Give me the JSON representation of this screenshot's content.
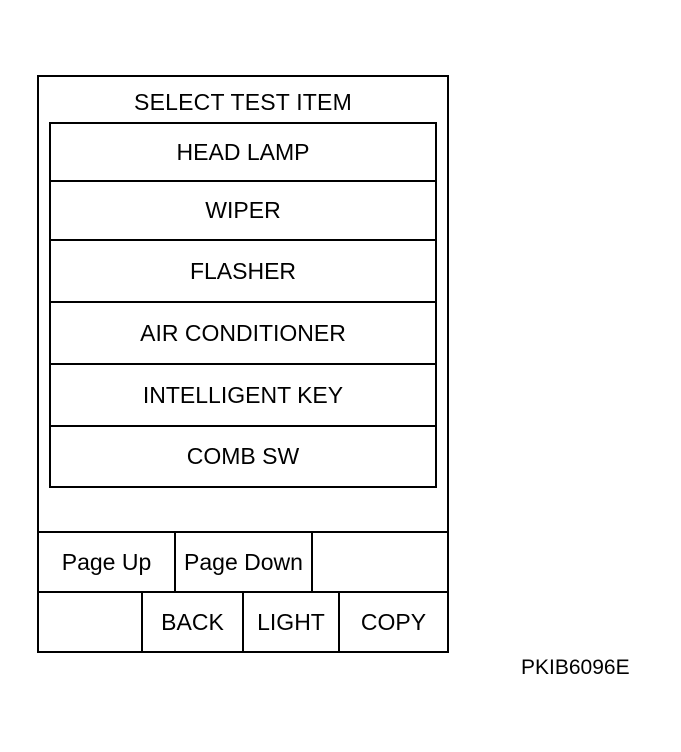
{
  "screen": {
    "title": "SELECT TEST ITEM",
    "items": [
      {
        "label": "HEAD LAMP"
      },
      {
        "label": "WIPER"
      },
      {
        "label": "FLASHER"
      },
      {
        "label": "AIR CONDITIONER"
      },
      {
        "label": "INTELLIGENT KEY"
      },
      {
        "label": "COMB SW"
      }
    ]
  },
  "nav_row": {
    "page_up_label": "Page Up",
    "page_down_label": "Page Down"
  },
  "action_row": {
    "back_label": "BACK",
    "light_label": "LIGHT",
    "copy_label": "COPY"
  },
  "figure_code": "PKIB6096E"
}
